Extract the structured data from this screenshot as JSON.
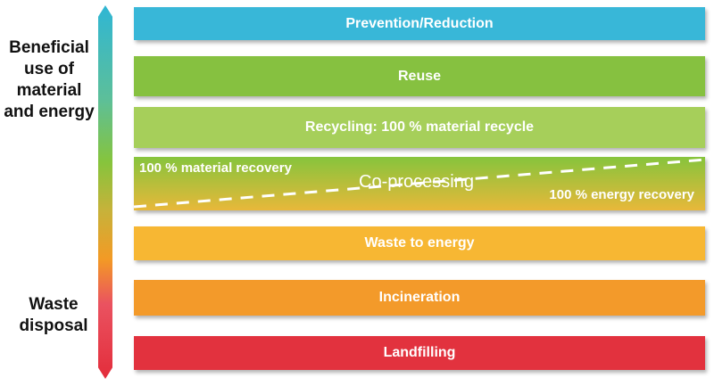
{
  "axis": {
    "top_label": "Beneficial use of material and energy",
    "bottom_label": "Waste disposal"
  },
  "levels": [
    {
      "label": "Prevention/Reduction",
      "color": "#38b7d8"
    },
    {
      "label": "Reuse",
      "color": "#86c140"
    },
    {
      "label": "Recycling: 100 % material recycle",
      "color": "#a6cf5a"
    },
    {
      "label": "Co-processing",
      "left_note": "100 % material recovery",
      "right_note": "100 % energy recovery"
    },
    {
      "label": "Waste to energy",
      "color": "#f7b733"
    },
    {
      "label": "Incineration",
      "color": "#f39a2a"
    },
    {
      "label": "Landfilling",
      "color": "#e2323e"
    }
  ]
}
